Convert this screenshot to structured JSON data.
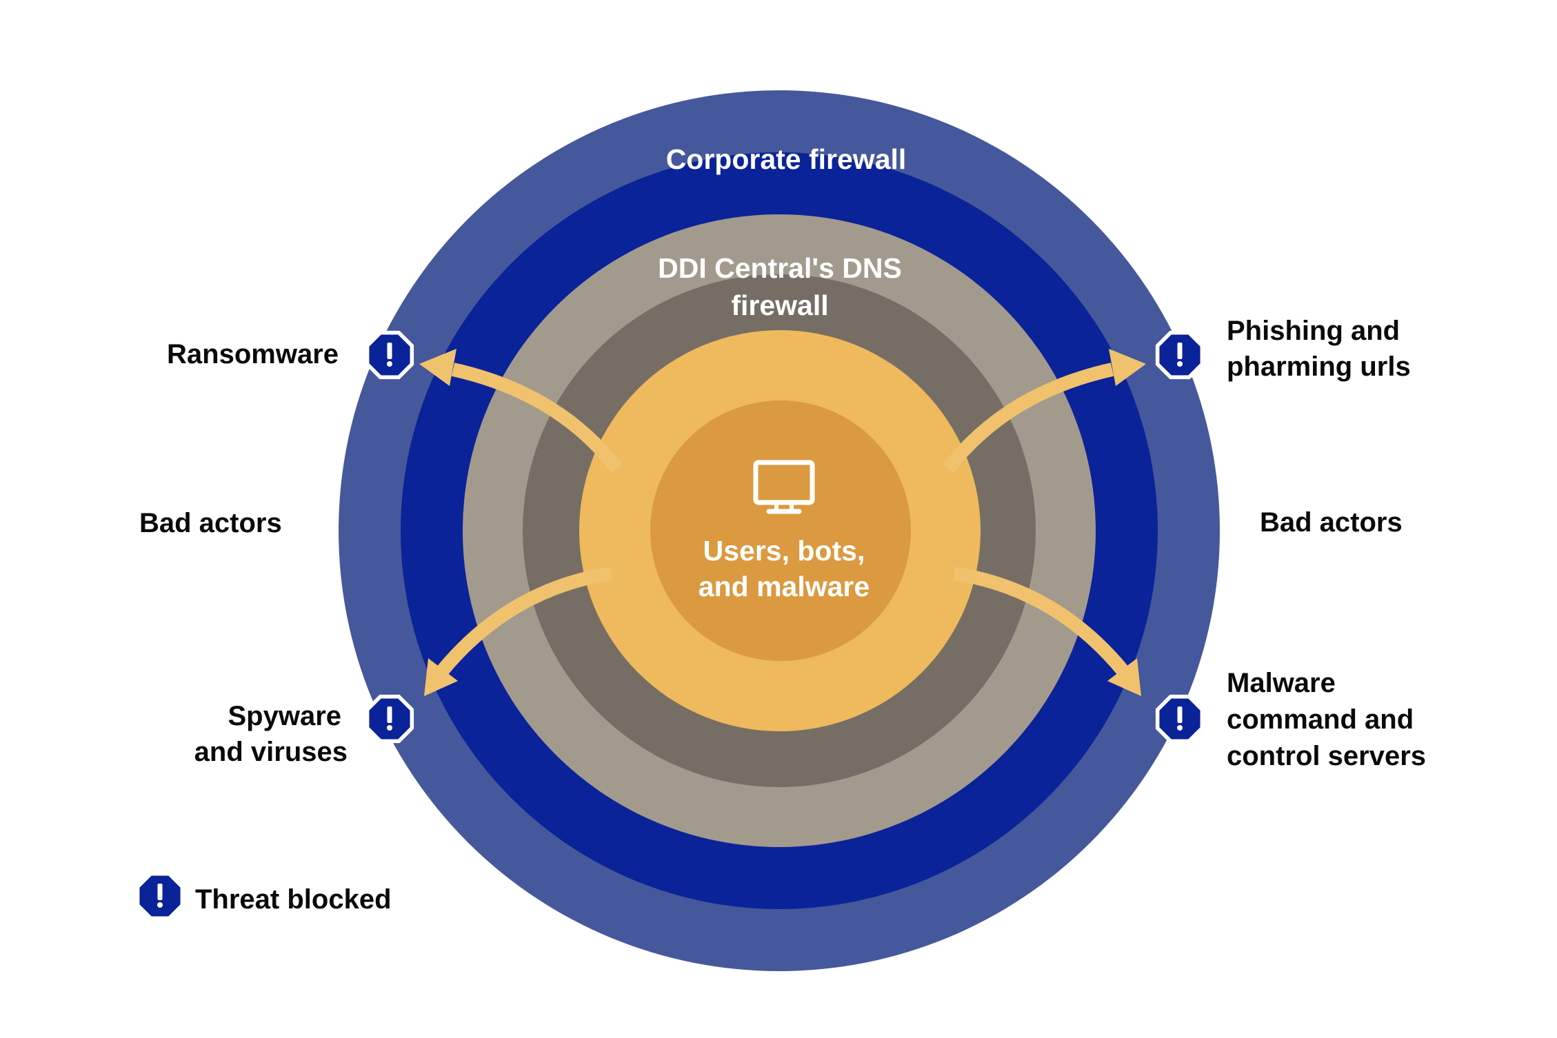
{
  "colors": {
    "background": "#FFFFFF",
    "outer_ring": "#45589B",
    "corporate_firewall_ring": "#0B2398",
    "dns_firewall_outer": "#A39A8E",
    "dns_firewall_inner": "#766E64",
    "users_outer": "#EFB95D",
    "users_core": "#DB9A3F",
    "arrow": "#F0C26E",
    "threat_icon_fill": "#0B2398",
    "threat_icon_border": "#FFFFFF",
    "label_text": "#0A0A0A",
    "ring_text": "#FFFFFF"
  },
  "rings": {
    "corporate_firewall": "Corporate firewall",
    "dns_firewall_line1": "DDI Central's DNS",
    "dns_firewall_line2": "firewall"
  },
  "center": {
    "icon": "monitor-icon",
    "line1": "Users, bots,",
    "line2": "and malware"
  },
  "side_labels": {
    "left": "Bad actors",
    "right": "Bad actors"
  },
  "threats": [
    {
      "position": "upper-left",
      "lines": [
        "Ransomware"
      ],
      "icon": "threat-blocked-icon"
    },
    {
      "position": "upper-right",
      "lines": [
        "Phishing and",
        "pharming urls"
      ],
      "icon": "threat-blocked-icon"
    },
    {
      "position": "lower-left",
      "lines": [
        "Spyware",
        "and viruses"
      ],
      "icon": "threat-blocked-icon"
    },
    {
      "position": "lower-right",
      "lines": [
        "Malware",
        "command and",
        "control servers"
      ],
      "icon": "threat-blocked-icon"
    }
  ],
  "legend": {
    "icon": "threat-blocked-icon",
    "icon_glyph": "!",
    "label": "Threat blocked"
  }
}
